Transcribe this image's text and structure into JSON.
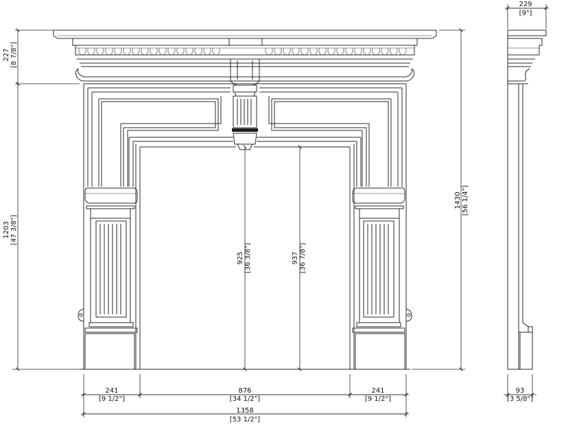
{
  "colors": {
    "line": "#2a2a2a",
    "background": "#ffffff",
    "band": "#1c1c1c"
  },
  "dimensions": {
    "top_height": {
      "mm": "227",
      "in": "[8 7/8\"]"
    },
    "leg_height": {
      "mm": "1203",
      "in": "[47 3/8\"]"
    },
    "total_height": {
      "mm": "1430",
      "in": "[56 1/4\"]"
    },
    "opening_center": {
      "mm": "925",
      "in": "[36 3/8\"]"
    },
    "opening_side": {
      "mm": "937",
      "in": "[36 7/8\"]"
    },
    "left_leg_width": {
      "mm": "241",
      "in": "[9 1/2\"]"
    },
    "opening_width": {
      "mm": "876",
      "in": "[34 1/2\"]"
    },
    "right_leg_width": {
      "mm": "241",
      "in": "[9 1/2\"]"
    },
    "overall_width": {
      "mm": "1358",
      "in": "[53 1/2\"]"
    },
    "shelf_depth": {
      "mm": "229",
      "in": "[9\"]"
    },
    "leg_depth": {
      "mm": "93",
      "in": "[3 5/8\"]"
    }
  }
}
